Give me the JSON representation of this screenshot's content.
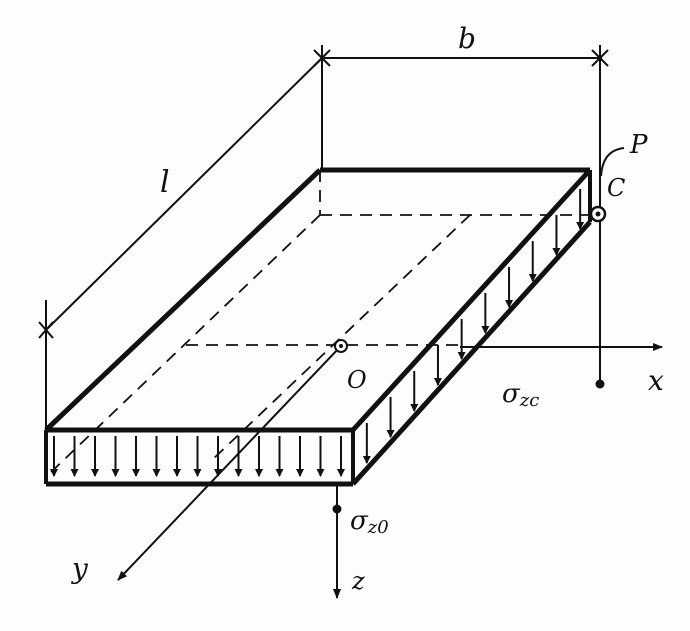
{
  "diagram": {
    "labels": {
      "b": "b",
      "l": "l",
      "P": "P",
      "C": "C",
      "O": "O",
      "x": "x",
      "y": "y",
      "z": "z",
      "sigma": "σ",
      "zc": "zc",
      "z0": "z0"
    },
    "colors": {
      "ink": "#111111",
      "paper": "#fdfdfb"
    }
  }
}
